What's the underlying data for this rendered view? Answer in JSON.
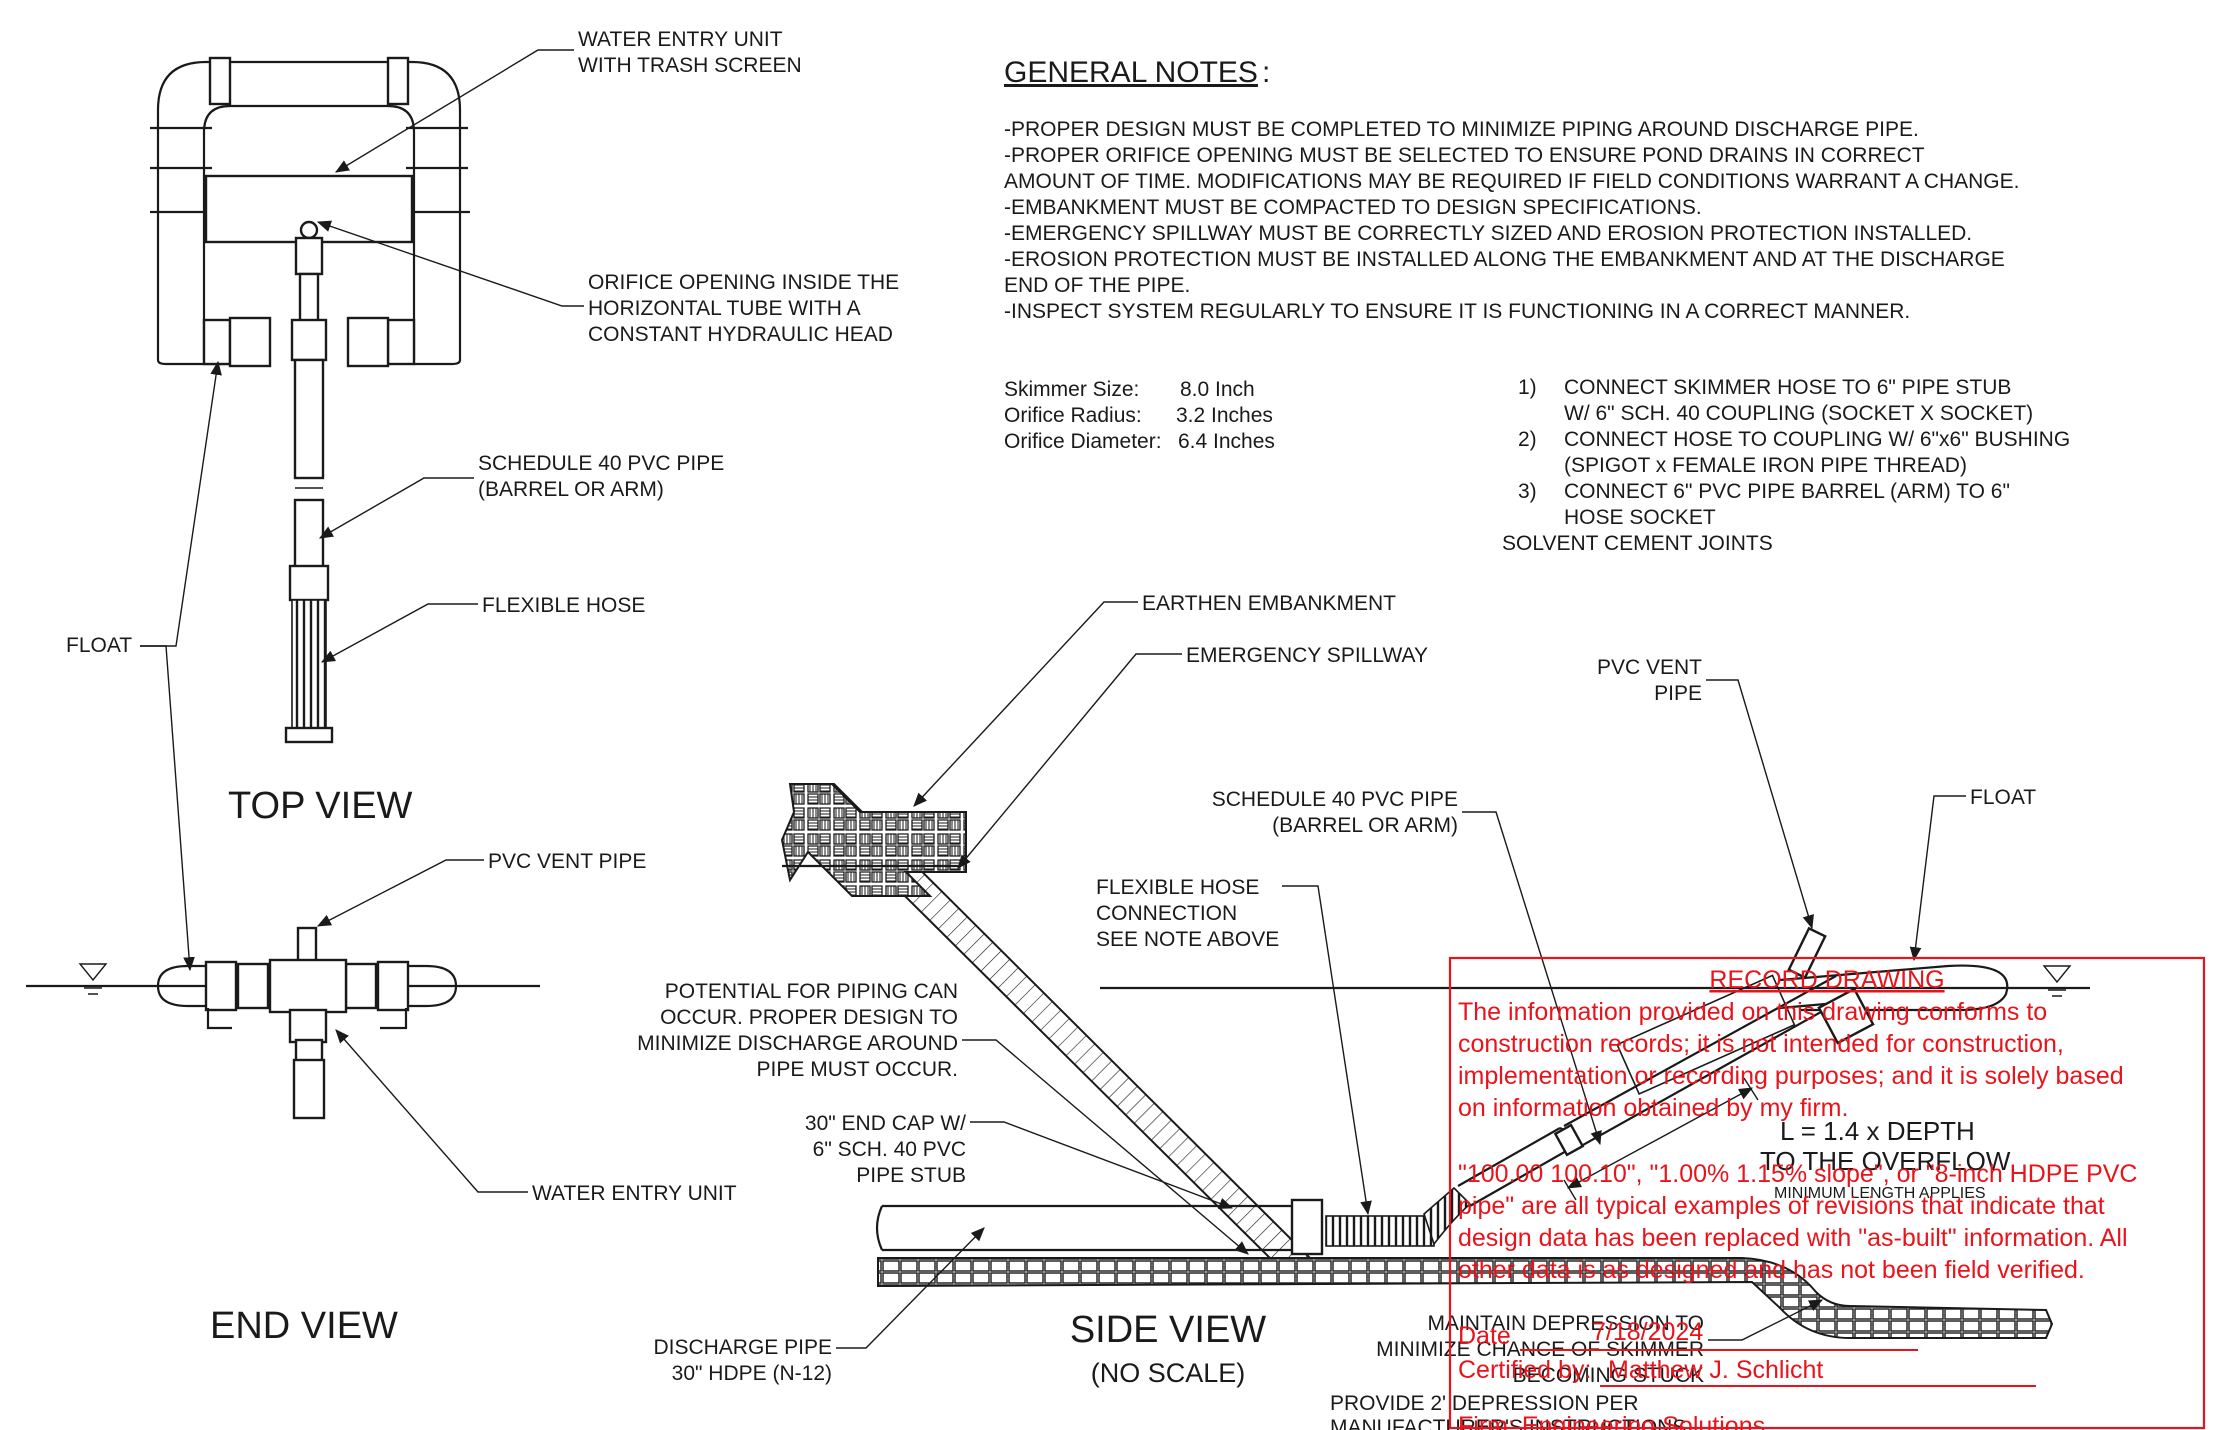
{
  "top_view": {
    "title": "TOP VIEW",
    "callouts": {
      "water_entry": [
        "WATER ENTRY UNIT",
        "WITH TRASH SCREEN"
      ],
      "orifice": [
        "ORIFICE OPENING INSIDE THE",
        "HORIZONTAL TUBE WITH A",
        "CONSTANT HYDRAULIC HEAD"
      ],
      "pvc_pipe": [
        "SCHEDULE 40 PVC PIPE",
        "(BARREL OR ARM)"
      ],
      "hose": "FLEXIBLE HOSE",
      "float": "FLOAT"
    }
  },
  "end_view": {
    "title": "END VIEW",
    "callouts": {
      "vent": "PVC VENT PIPE",
      "water_entry": "WATER ENTRY UNIT"
    }
  },
  "general_notes": {
    "heading": "GENERAL NOTES",
    "colon": ":",
    "lines": [
      "-PROPER DESIGN MUST BE COMPLETED TO MINIMIZE PIPING AROUND DISCHARGE PIPE.",
      "-PROPER ORIFICE OPENING MUST BE SELECTED TO ENSURE POND DRAINS IN CORRECT",
      "AMOUNT OF TIME.  MODIFICATIONS MAY BE REQUIRED IF FIELD CONDITIONS WARRANT A CHANGE.",
      "-EMBANKMENT MUST BE COMPACTED TO DESIGN SPECIFICATIONS.",
      "-EMERGENCY SPILLWAY MUST BE CORRECTLY SIZED AND EROSION PROTECTION INSTALLED.",
      "-EROSION PROTECTION MUST BE INSTALLED ALONG THE EMBANKMENT AND AT THE DISCHARGE",
      "END OF THE PIPE.",
      "-INSPECT SYSTEM REGULARLY TO ENSURE IT IS FUNCTIONING IN A CORRECT MANNER."
    ]
  },
  "specs": {
    "skimmer_size": {
      "label": "Skimmer Size:",
      "value": "8.0 Inch"
    },
    "orifice_radius": {
      "label": "Orifice Radius:",
      "value": "3.2 Inches"
    },
    "orifice_diameter": {
      "label": "Orifice Diameter:",
      "value": "6.4 Inches"
    }
  },
  "steps": [
    {
      "num": "1)",
      "lines": [
        "CONNECT SKIMMER HOSE TO 6\" PIPE STUB",
        "W/ 6\" SCH. 40 COUPLING (SOCKET X SOCKET)"
      ]
    },
    {
      "num": "2)",
      "lines": [
        "CONNECT HOSE TO COUPLING W/ 6\"x6\" BUSHING",
        "(SPIGOT x FEMALE IRON PIPE THREAD)"
      ]
    },
    {
      "num": "3)",
      "lines": [
        "CONNECT 6\" PVC PIPE BARREL (ARM) TO 6\"",
        "HOSE SOCKET"
      ]
    }
  ],
  "steps_footer": "SOLVENT CEMENT JOINTS",
  "side_view": {
    "title": "SIDE VIEW",
    "subtitle": "(NO SCALE)",
    "callouts": {
      "embankment": "EARTHEN EMBANKMENT",
      "spillway": "EMERGENCY SPILLWAY",
      "pvc_pipe": [
        "SCHEDULE 40 PVC PIPE",
        "(BARREL OR ARM)"
      ],
      "vent": [
        "PVC VENT",
        "PIPE"
      ],
      "float": "FLOAT",
      "hose_connection": [
        "FLEXIBLE HOSE",
        "CONNECTION",
        "SEE NOTE ABOVE"
      ],
      "piping": [
        "POTENTIAL FOR PIPING CAN",
        "OCCUR.  PROPER DESIGN TO",
        "MINIMIZE DISCHARGE AROUND",
        "PIPE MUST OCCUR."
      ],
      "end_cap": [
        "30\" END CAP W/",
        "6\" SCH. 40 PVC",
        "PIPE STUB"
      ],
      "discharge": [
        "DISCHARGE PIPE",
        "30\" HDPE (N-12)"
      ],
      "length": [
        "L = 1.4 x DEPTH",
        "TO THE OVERFLOW"
      ],
      "min_length": "MINIMUM LENGTH APPLIES",
      "depression": [
        "MAINTAIN DEPRESSION TO",
        "MINIMIZE CHANCE OF SKIMMER",
        "BECOMING STUCK"
      ],
      "provide": [
        "PROVIDE 2' DEPRESSION PER",
        "MANUFACTURER'S INSTRUCTIONS"
      ]
    }
  },
  "record_stamp": {
    "title": "RECORD DRAWING",
    "paragraph1": [
      "The information provided on this drawing conforms to",
      "construction records; it is not intended for construction,",
      "implementation or recording purposes; and it is solely based",
      "on information obtained by my firm."
    ],
    "paragraph2": [
      "\"100.00 100.10\", \"1.00% 1.15% slope\", or \"8-inch HDPE PVC",
      "pipe\" are all typical examples of revisions that indicate that",
      "design data has been replaced with \"as-built\" information. All",
      "other data is as designed and has not been field verified."
    ],
    "date_label": "Date",
    "date_value": "7/18/2024",
    "certified_label": "Certified by:",
    "certified_value": "Matthew J. Schlicht",
    "firm": "Firm: Engineering Solutions",
    "color": "#e8141b"
  }
}
